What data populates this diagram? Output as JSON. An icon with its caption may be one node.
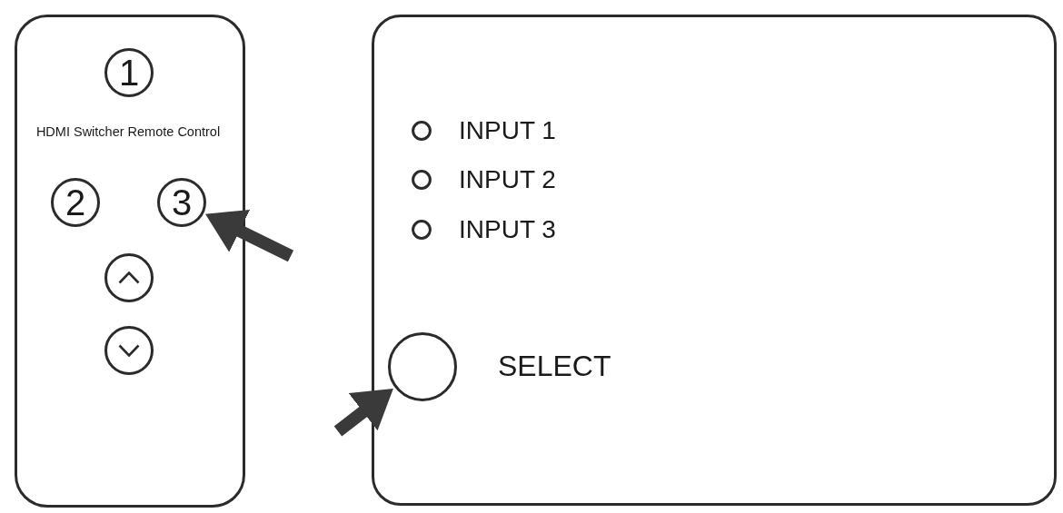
{
  "diagram": {
    "nodes": [
      {
        "text": [
          "HDMI Switcher Remote Control"
        ]
      },
      {
        "text": [
          "1"
        ],
        "in": 0
      },
      {
        "text": [
          "2"
        ],
        "in": 0
      },
      {
        "text": [
          "3"
        ],
        "in": 0
      },
      {
        "text": [],
        "shape": "circle",
        "in": 0
      },
      {
        "text": [],
        "shape": "circle",
        "in": 0
      },
      {
        "text": [],
        "shape": "box"
      },
      {
        "text": [],
        "shape": "circle",
        "in": 6,
        "beside": [
          "INPUT 1"
        ]
      },
      {
        "text": [],
        "shape": "circle",
        "in": 6,
        "beside": [
          "INPUT 2"
        ]
      },
      {
        "text": [],
        "shape": "circle",
        "in": 6,
        "beside": [
          "INPUT 3"
        ]
      },
      {
        "text": [],
        "shape": "circle",
        "in": 6,
        "beside": [
          "SELECT"
        ]
      }
    ],
    "edges": [
      {
        "from": null,
        "to": 3,
        "arrow": "to"
      },
      {
        "from": null,
        "to": 10,
        "arrow": "to"
      }
    ]
  }
}
